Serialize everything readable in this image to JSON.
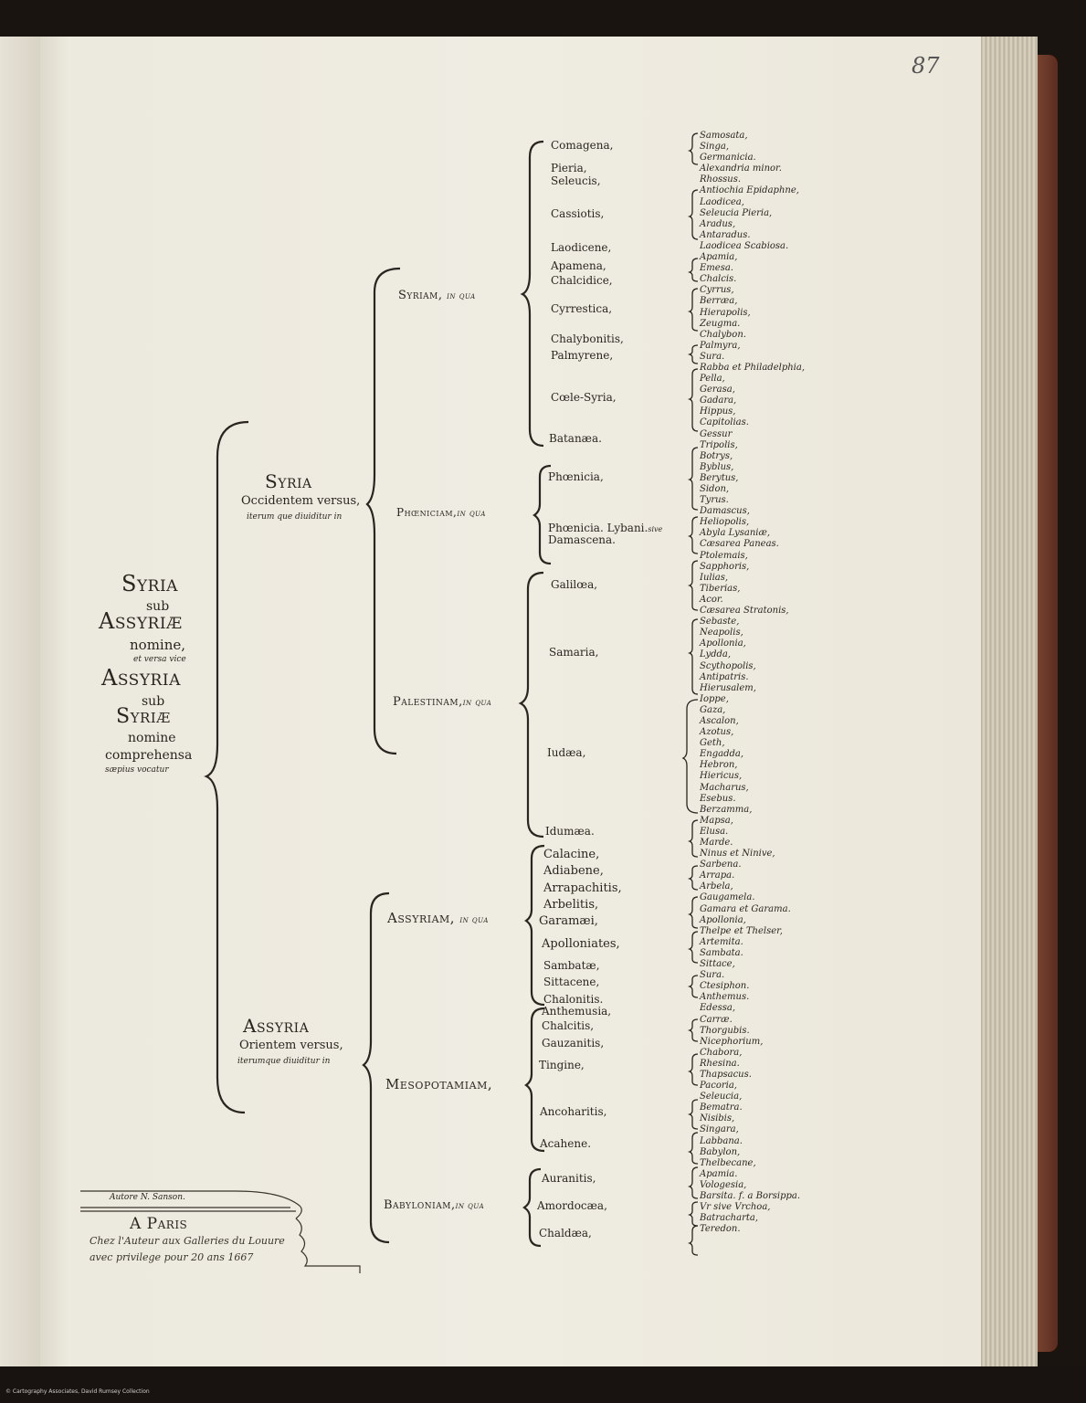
{
  "page_number": "87",
  "credit": "© Cartography Associates, David Rumsey Collection",
  "root": {
    "l1": "Syria",
    "l2": "sub",
    "l3": "Assyriæ",
    "l4": "nomine,",
    "l5": "et versa vice",
    "l6": "Assyria",
    "l7": "sub",
    "l8": "Syriæ",
    "l9": "nomine",
    "l10": "comprehensa",
    "l11": "sæpius vocatur"
  },
  "syria": {
    "title": "Syria",
    "sub": "Occidentem versus,",
    "note": "iterum que diuiditur in"
  },
  "assyria": {
    "title": "Assyria",
    "sub": "Orientem versus,",
    "note": "iterumque diuiditur in"
  },
  "provinces": {
    "syriam": "Syriam,",
    "syriam_suffix": "in qua",
    "phoeniciam": "Phœniciam,",
    "phoeniciam_suffix": "in qua",
    "palestinam": "Palestinam,",
    "palestinam_suffix": "in qua",
    "assyriam": "Assyriam,",
    "assyriam_suffix": "in qua",
    "mesopotamiam": "Mesopotamiam,",
    "babyloniam": "Babyloniam,",
    "babyloniam_suffix": "in qua"
  },
  "regions": {
    "syriam": [
      "Comagena,",
      "Pieria,",
      "Seleucis,",
      "Cassiotis,",
      "Laodicene,",
      "Apamena,",
      "Chalcidice,",
      "Cyrrestica,",
      "Chalybonitis,",
      "Palmyrene,",
      "Cœle-Syria,",
      "Batanæa."
    ],
    "phoeniciam": [
      "Phœnicia,",
      "Phœnicia. Lybani.",
      "sive",
      "Damascena."
    ],
    "palestinam": [
      "Galilœa,",
      "Samaria,",
      "Iudæa,",
      "Idumæa."
    ],
    "assyriam": [
      "Calacine,",
      "Adiabene,",
      "Arrapachitis,",
      "Arbelitis,",
      "Garamæi,",
      "Apolloniates,",
      "Sambatæ,",
      "Sittacene,",
      "Chalonitis."
    ],
    "mesopotamiam": [
      "Anthemusia,",
      "Chalcitis,",
      "Gauzanitis,",
      "Tingine,",
      "Ancoharitis,",
      "Acahene."
    ],
    "babyloniam": [
      "Auranitis,",
      "Amordocæa,",
      "Chaldæa,"
    ]
  },
  "cities": [
    "Samosata,",
    "Singa,",
    "Germanicia.",
    "Alexandria minor.",
    "Rhossus.",
    "Antiochia Epidaphne,",
    "Laodicea,",
    "Seleucia Pieria,",
    "Aradus,",
    "Antaradus.",
    "Laodicea Scabiosa.",
    "Apamia,",
    "Emesa.",
    "Chalcis.",
    "Cyrrus,",
    "Berræa,",
    "Hierapolis,",
    "Zeugma.",
    "Chalybon.",
    "Palmyra,",
    "Sura.",
    "Rabba et Philadelphia,",
    "Pella,",
    "Gerasa,",
    "Gadara,",
    "Hippus,",
    "Capitolias.",
    "Gessur",
    "Tripolis,",
    "Botrys,",
    "Byblus,",
    "Berytus,",
    "Sidon,",
    "Tyrus.",
    "Damascus,",
    "Heliopolis,",
    "Abyla Lysaniæ,",
    "Cæsarea Paneas.",
    "Ptolemais,",
    "Sapphoris,",
    "Iulias,",
    "Tiberias,",
    "Acor.",
    "Cæsarea Stratonis,",
    "Sebaste,",
    "Neapolis,",
    "Apollonia,",
    "Lydda,",
    "Scythopolis,",
    "Antipatris.",
    "Hierusalem,",
    "Ioppe,",
    "Gaza,",
    "Ascalon,",
    "Azotus,",
    "Geth,",
    "Engadda,",
    "Hebron,",
    "Hiericus,",
    "Macharus,",
    "Esebus.",
    "Berzamma,",
    "Mapsa,",
    "Elusa.",
    "Marde.",
    "Ninus et Ninive,",
    "Sarbena.",
    "Arrapa.",
    "Arbela,",
    "Gaugamela.",
    "Gamara et Garama.",
    "Apollonia,",
    "Thelpe et Thelser,",
    "Artemita.",
    "Sambata.",
    "Sittace,",
    "Sura.",
    "Ctesiphon.",
    "Anthemus.",
    "Edessa,",
    "Carræ.",
    "Thorgubis.",
    "Nicephorium,",
    "Chabora,",
    "Rhesina.",
    "Thapsacus.",
    "Pacoria,",
    "Seleucia,",
    "Bematra.",
    "Nisibis,",
    "Singara,",
    "Labbana.",
    "Babylon,",
    "Thelbecane,",
    "Apamia.",
    "Vologesia,",
    "Barsita. f. a Borsippa.",
    "Vr sive Vrchoa,",
    "Batracharta,",
    "Teredon."
  ],
  "colophon": {
    "author": "Autore N. Sanson.",
    "city": "A Paris",
    "line1": "Chez l'Auteur aux Galleries du Louure",
    "line2": "avec privilege pour 20 ans 1667"
  }
}
